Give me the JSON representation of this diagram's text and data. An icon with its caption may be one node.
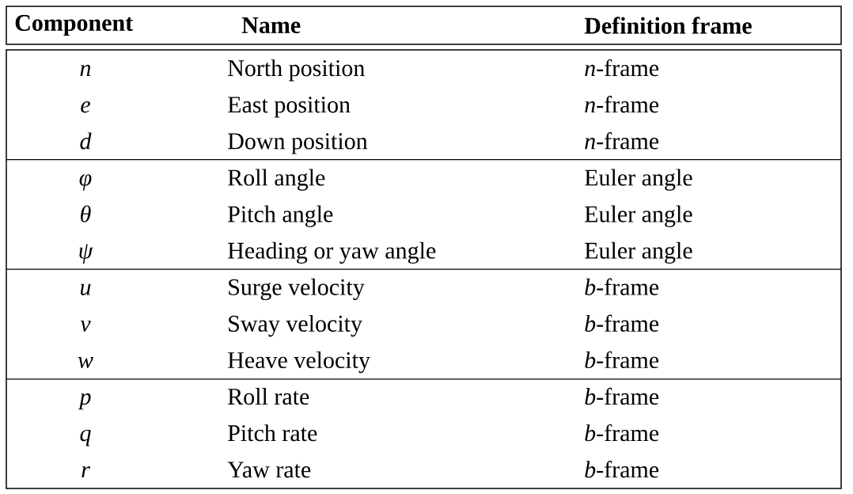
{
  "diagram": {
    "labels": [
      "Component",
      "Name",
      "Definition frame",
      "n",
      "North position",
      "*n*-frame",
      "e",
      "East position",
      "*n*-frame",
      "d",
      "Down position",
      "*n*-frame",
      "φ",
      "Roll angle",
      "Euler angle",
      "θ",
      "Pitch angle",
      "Euler angle",
      "ψ",
      "Heading or yaw angle",
      "Euler angle",
      "u",
      "Surge velocity",
      "*b*-frame",
      "v",
      "Sway velocity",
      "*b*-frame",
      "w",
      "Heave velocity",
      "*b*-frame",
      "p",
      "Roll rate",
      "*b*-frame",
      "q",
      "Pitch rate",
      "*b*-frame",
      "r",
      "Yaw rate",
      "*b*-frame"
    ]
  }
}
